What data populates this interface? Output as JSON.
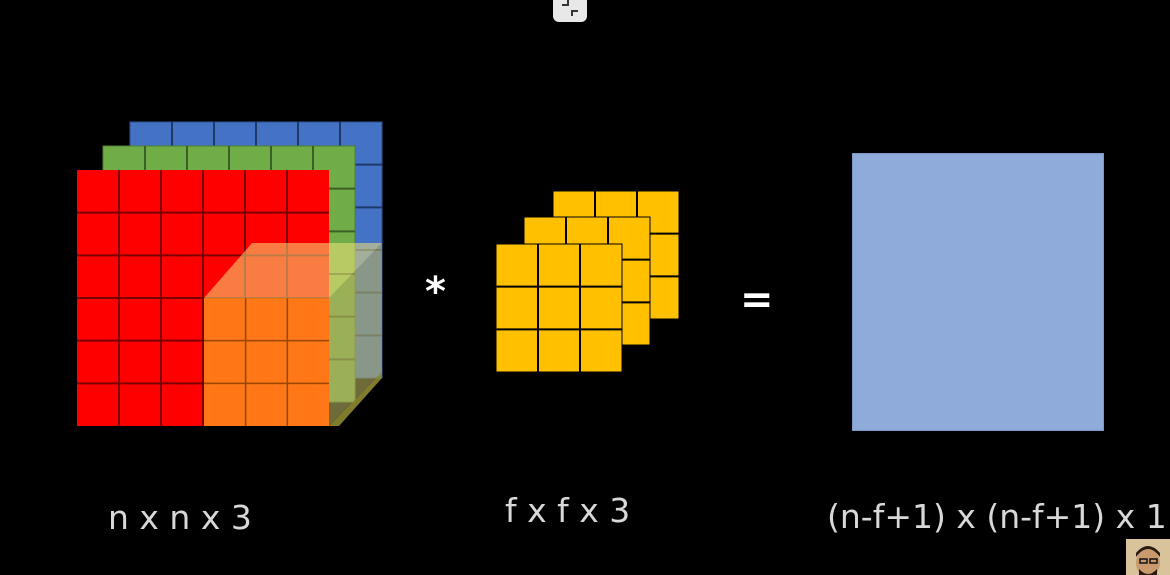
{
  "operators": {
    "convolution": "*",
    "equals": "="
  },
  "labels": {
    "input": "n x n x 3",
    "filter": "f x f x 3",
    "output": "(n-f+1) x (n-f+1) x 1"
  },
  "colors": {
    "background": "#000000",
    "input_red": "#ff0000",
    "input_green": "#70ad47",
    "input_blue": "#4472c4",
    "filter_yellow": "#ffc000",
    "overlay_orange": "#ff8c1a",
    "output_blue": "#8fabd9",
    "label_text": "#d8d8d8"
  },
  "icons": {
    "top_button": "fullscreen-exit-icon",
    "corner": "presenter-avatar"
  },
  "grids": {
    "input_cells_per_side": 6,
    "filter_cells_per_side": 3
  }
}
